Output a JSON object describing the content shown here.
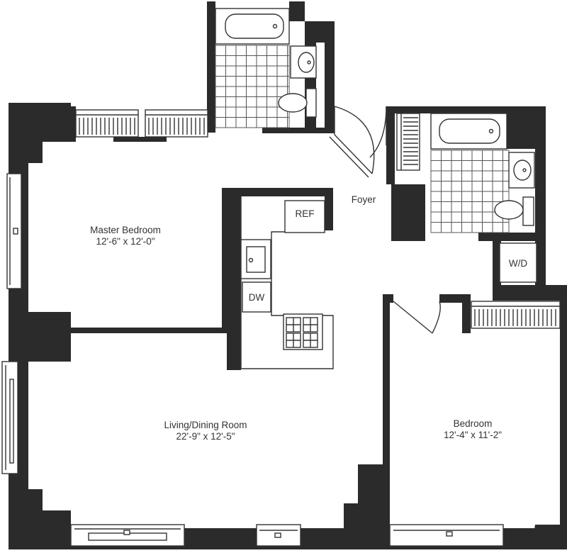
{
  "rooms": {
    "master_bedroom": {
      "name": "Master Bedroom",
      "size": "12'-6\" x 12'-0\""
    },
    "living_dining": {
      "name": "Living/Dining Room",
      "size": "22'-9\" x 12'-5\""
    },
    "bedroom": {
      "name": "Bedroom",
      "size": "12'-4\" x 11'-2\""
    },
    "foyer": {
      "name": "Foyer"
    }
  },
  "appliances": {
    "ref": "REF",
    "dw": "DW",
    "wd": "W/D"
  }
}
